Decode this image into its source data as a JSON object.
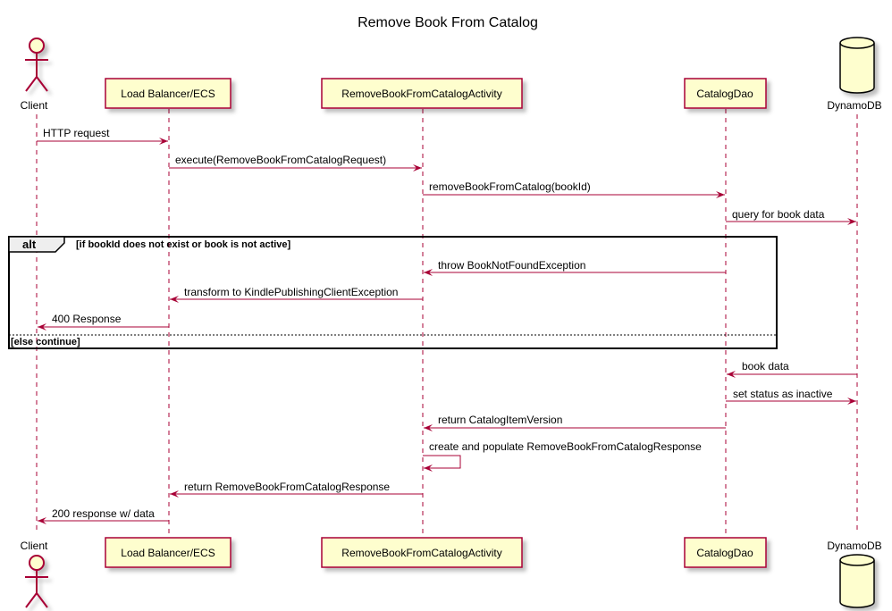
{
  "diagram": {
    "title": "Remove Book From Catalog",
    "colors": {
      "box_fill": "#FEFECE",
      "box_stroke": "#A80036",
      "arrow": "#A80036",
      "lifeline": "#A80036",
      "frame": "#000000",
      "shadow": "#C8C8C8"
    },
    "participants": [
      {
        "id": "client",
        "label": "Client",
        "kind": "actor"
      },
      {
        "id": "lb",
        "label": "Load Balancer/ECS",
        "kind": "participant"
      },
      {
        "id": "activity",
        "label": "RemoveBookFromCatalogActivity",
        "kind": "participant"
      },
      {
        "id": "dao",
        "label": "CatalogDao",
        "kind": "participant"
      },
      {
        "id": "db",
        "label": "DynamoDB",
        "kind": "database"
      }
    ],
    "messages": [
      {
        "from": "client",
        "to": "lb",
        "label": "HTTP request"
      },
      {
        "from": "lb",
        "to": "activity",
        "label": "execute(RemoveBookFromCatalogRequest)"
      },
      {
        "from": "activity",
        "to": "dao",
        "label": "removeBookFromCatalog(bookId)"
      },
      {
        "from": "dao",
        "to": "db",
        "label": "query for book data"
      },
      {
        "from": "dao",
        "to": "activity",
        "label": "throw BookNotFoundException"
      },
      {
        "from": "activity",
        "to": "lb",
        "label": "transform to KindlePublishingClientException"
      },
      {
        "from": "lb",
        "to": "client",
        "label": "400 Response"
      },
      {
        "from": "db",
        "to": "dao",
        "label": "book data"
      },
      {
        "from": "dao",
        "to": "db",
        "label": "set status as inactive"
      },
      {
        "from": "dao",
        "to": "activity",
        "label": "return CatalogItemVersion"
      },
      {
        "from": "activity",
        "to": "activity",
        "label": "create and populate RemoveBookFromCatalogResponse"
      },
      {
        "from": "activity",
        "to": "lb",
        "label": "return RemoveBookFromCatalogResponse"
      },
      {
        "from": "lb",
        "to": "client",
        "label": "200 response w/ data"
      }
    ],
    "alt": {
      "keyword": "alt",
      "condition": "[if bookId does not exist or book is not active]",
      "else_label": "[else continue]"
    }
  }
}
